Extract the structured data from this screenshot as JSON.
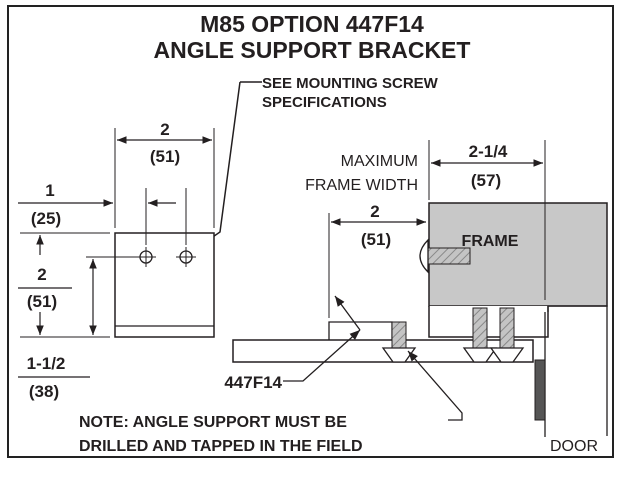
{
  "title": {
    "line1": "M85 OPTION 447F14",
    "line2": "ANGLE SUPPORT BRACKET"
  },
  "labels": {
    "see_screw_line1": "SEE MOUNTING SCREW",
    "see_screw_line2": "SPECIFICATIONS",
    "max_frame_line1": "MAXIMUM",
    "max_frame_line2": "FRAME WIDTH",
    "frame": "FRAME",
    "part": "447F14",
    "note_line1": "NOTE: ANGLE SUPPORT MUST BE",
    "note_line2": "DRILLED AND TAPPED IN THE FIELD",
    "door": "DOOR"
  },
  "dimensions": {
    "hole_spacing": {
      "in": "2",
      "mm": "(51)"
    },
    "edge_to_hole": {
      "in": "1",
      "mm": "(25)"
    },
    "vertical_height": {
      "in": "2",
      "mm": "(51)"
    },
    "hole_to_bottom": {
      "in": "1-1/2",
      "mm": "(38)"
    },
    "frame_width": {
      "in": "2-1/4",
      "mm": "(57)"
    },
    "side_offset": {
      "in": "2",
      "mm": "(51)"
    }
  },
  "colors": {
    "ink": "#231f20",
    "frame_fill": "#c8c8c8",
    "screw_fill": "#b4b4b4",
    "door_dark": "#555555"
  }
}
